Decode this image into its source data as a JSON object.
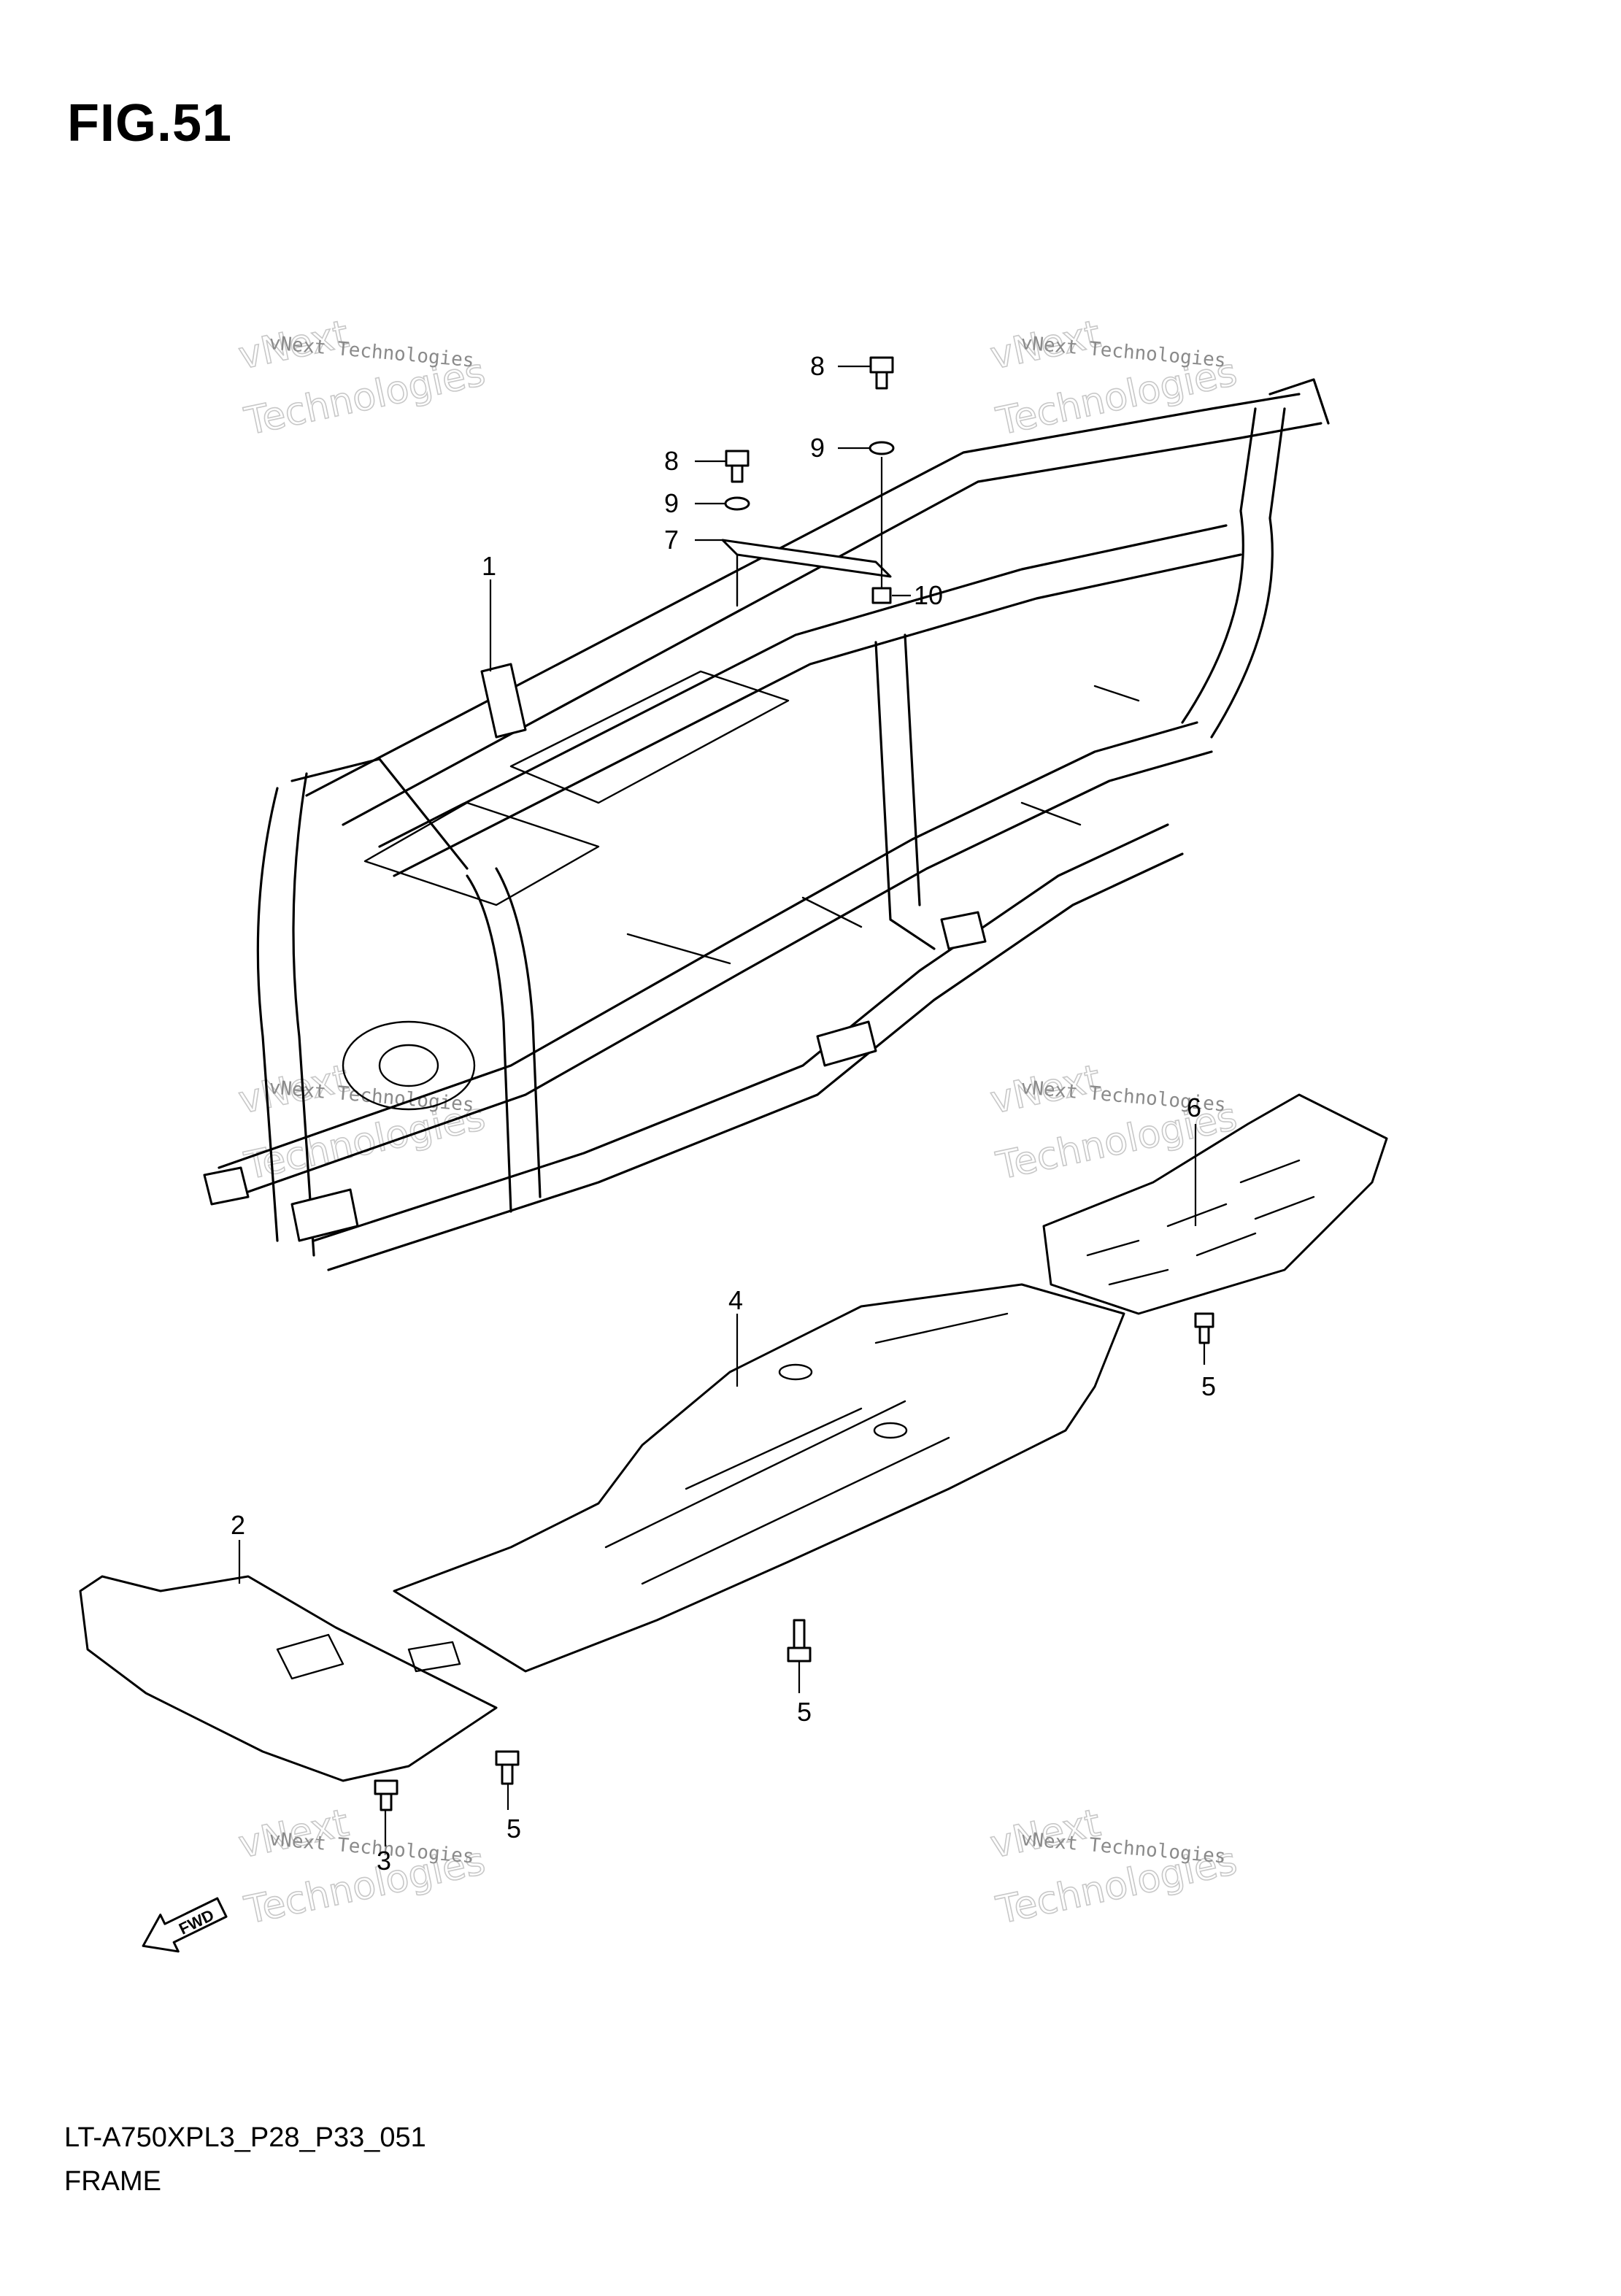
{
  "figure": {
    "title": "FIG.51",
    "model_code": "LT-A750XPL3_P28_P33_051",
    "section_name": "FRAME"
  },
  "watermark": {
    "line1": "vNext Technologies",
    "line2": "Technologies",
    "line3": "vNext"
  },
  "fwd_label": "FWD",
  "callouts": [
    "1",
    "2",
    "3",
    "4",
    "5",
    "5",
    "5",
    "6",
    "7",
    "8",
    "8",
    "9",
    "9",
    "10"
  ]
}
